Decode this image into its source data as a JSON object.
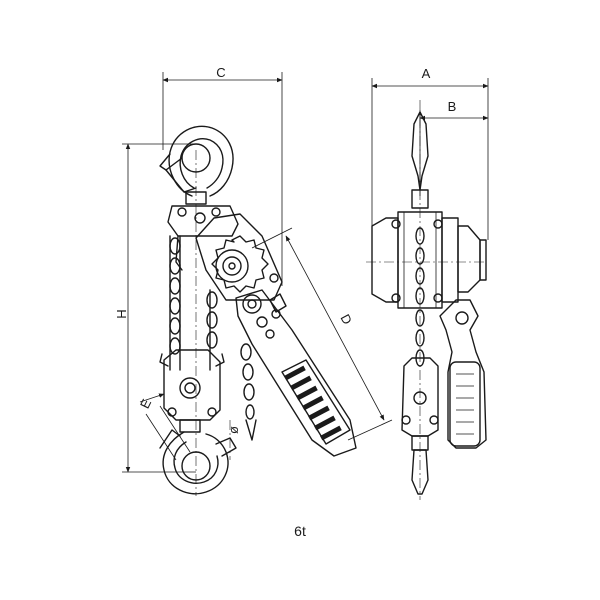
{
  "diagram": {
    "caption": "6t",
    "dimension_labels": {
      "A": "A",
      "B": "B",
      "C": "C",
      "D": "D",
      "E": "E",
      "H": "H",
      "phi": "ø"
    }
  }
}
